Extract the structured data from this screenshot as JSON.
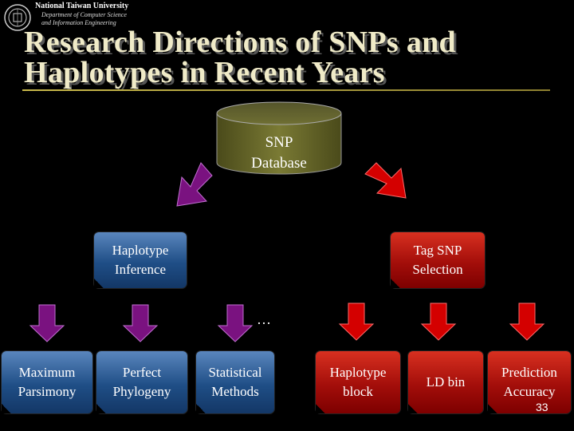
{
  "header": {
    "university": "National Taiwan University",
    "dept_line1": "Department of Computer Science",
    "dept_line2": "and Information Engineering"
  },
  "title": {
    "line1": "Research Directions of SNPs and",
    "line2": "Haplotypes in Recent Years"
  },
  "database": {
    "line1": "SNP",
    "line2": "Database"
  },
  "level1": {
    "left": {
      "line1": "Haplotype",
      "line2": "Inference"
    },
    "right": {
      "line1": "Tag SNP",
      "line2": "Selection"
    }
  },
  "ellipsis": "…",
  "level2": {
    "maximum_parsimony": {
      "line1": "Maximum",
      "line2": "Parsimony"
    },
    "perfect_phylogeny": {
      "line1": "Perfect",
      "line2": "Phylogeny"
    },
    "statistical_methods": {
      "line1": "Statistical",
      "line2": "Methods"
    },
    "haplotype_block": {
      "line1": "Haplotype",
      "line2": "block"
    },
    "ld_bin": {
      "line1": "LD bin"
    },
    "prediction_accuracy": {
      "line1": "Prediction",
      "line2": "Accuracy"
    }
  },
  "page_number": "33",
  "colors": {
    "background": "#000000",
    "title": "#f0ebc8",
    "purple_arrow": "#7a1280",
    "red_arrow": "#d40000",
    "blue_box": "#2a5a95",
    "red_box": "#a30e0a",
    "database": "#6b6b2a"
  }
}
